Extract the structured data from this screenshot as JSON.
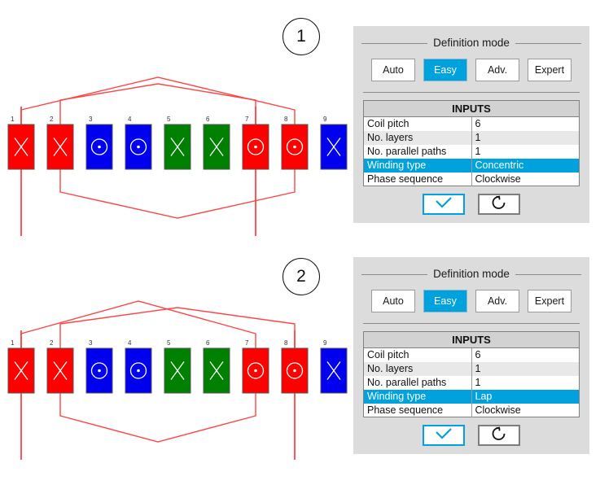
{
  "diagrams": [
    {
      "marker": "1",
      "winding_type": "Concentric",
      "slots": [
        {
          "number": "1",
          "color": "#ff0000",
          "symbol": "cross"
        },
        {
          "number": "2",
          "color": "#ff0000",
          "symbol": "cross"
        },
        {
          "number": "3",
          "color": "#0000ee",
          "symbol": "dot"
        },
        {
          "number": "4",
          "color": "#0000ee",
          "symbol": "dot"
        },
        {
          "number": "5",
          "color": "#008000",
          "symbol": "cross"
        },
        {
          "number": "6",
          "color": "#008000",
          "symbol": "cross"
        },
        {
          "number": "7",
          "color": "#ff0000",
          "symbol": "dot"
        },
        {
          "number": "8",
          "color": "#ff0000",
          "symbol": "dot"
        },
        {
          "number": "9",
          "color": "#0000ee",
          "symbol": "cross"
        }
      ],
      "wire_color": "#ff4444",
      "connections_top": [
        {
          "from_slot": "1",
          "to_slot": "8"
        },
        {
          "from_slot": "2",
          "to_slot": "7"
        }
      ],
      "connections_bottom": [
        {
          "from_slot": "2",
          "to_slot": "8"
        }
      ],
      "terminal_leads": [
        "1",
        "7"
      ]
    },
    {
      "marker": "2",
      "winding_type": "Lap",
      "slots": [
        {
          "number": "1",
          "color": "#ff0000",
          "symbol": "cross"
        },
        {
          "number": "2",
          "color": "#ff0000",
          "symbol": "cross"
        },
        {
          "number": "3",
          "color": "#0000ee",
          "symbol": "dot"
        },
        {
          "number": "4",
          "color": "#0000ee",
          "symbol": "dot"
        },
        {
          "number": "5",
          "color": "#008000",
          "symbol": "cross"
        },
        {
          "number": "6",
          "color": "#008000",
          "symbol": "cross"
        },
        {
          "number": "7",
          "color": "#ff0000",
          "symbol": "dot"
        },
        {
          "number": "8",
          "color": "#ff0000",
          "symbol": "dot"
        },
        {
          "number": "9",
          "color": "#0000ee",
          "symbol": "cross"
        }
      ],
      "wire_color": "#ff4444",
      "connections_top": [
        {
          "from_slot": "1",
          "to_slot": "7"
        },
        {
          "from_slot": "2",
          "to_slot": "8"
        }
      ],
      "connections_bottom": [
        {
          "from_slot": "2",
          "to_slot": "7"
        }
      ],
      "terminal_leads": [
        "1",
        "8"
      ]
    }
  ],
  "panels": [
    {
      "group_title": "Definition mode",
      "mode_buttons": [
        {
          "label": "Auto",
          "active": false
        },
        {
          "label": "Easy",
          "active": true
        },
        {
          "label": "Adv.",
          "active": false
        },
        {
          "label": "Expert",
          "active": false
        }
      ],
      "table": {
        "header": "INPUTS",
        "rows": [
          {
            "label": "Coil pitch",
            "value": "6",
            "highlighted": false
          },
          {
            "label": "No. layers",
            "value": "1",
            "highlighted": false
          },
          {
            "label": "No. parallel paths",
            "value": "1",
            "highlighted": false
          },
          {
            "label": "Winding type",
            "value": "Concentric",
            "highlighted": true
          },
          {
            "label": "Phase sequence",
            "value": "Clockwise",
            "highlighted": false
          }
        ]
      },
      "actions": [
        {
          "icon": "check-icon",
          "style": "primary"
        },
        {
          "icon": "reset-icon",
          "style": "secondary"
        }
      ]
    },
    {
      "group_title": "Definition mode",
      "mode_buttons": [
        {
          "label": "Auto",
          "active": false
        },
        {
          "label": "Easy",
          "active": true
        },
        {
          "label": "Adv.",
          "active": false
        },
        {
          "label": "Expert",
          "active": false
        }
      ],
      "table": {
        "header": "INPUTS",
        "rows": [
          {
            "label": "Coil pitch",
            "value": "6",
            "highlighted": false
          },
          {
            "label": "No. layers",
            "value": "1",
            "highlighted": false
          },
          {
            "label": "No. parallel paths",
            "value": "1",
            "highlighted": false
          },
          {
            "label": "Winding type",
            "value": "Lap",
            "highlighted": true
          },
          {
            "label": "Phase sequence",
            "value": "Clockwise",
            "highlighted": false
          }
        ]
      },
      "actions": [
        {
          "icon": "check-icon",
          "style": "primary"
        },
        {
          "icon": "reset-icon",
          "style": "secondary"
        }
      ]
    }
  ],
  "colors": {
    "accent": "#00a2dd",
    "panel_bg": "#dcdcdc",
    "wire": "#ff4444",
    "phase_a": "#ff0000",
    "phase_b": "#0000ee",
    "phase_c": "#008000"
  }
}
